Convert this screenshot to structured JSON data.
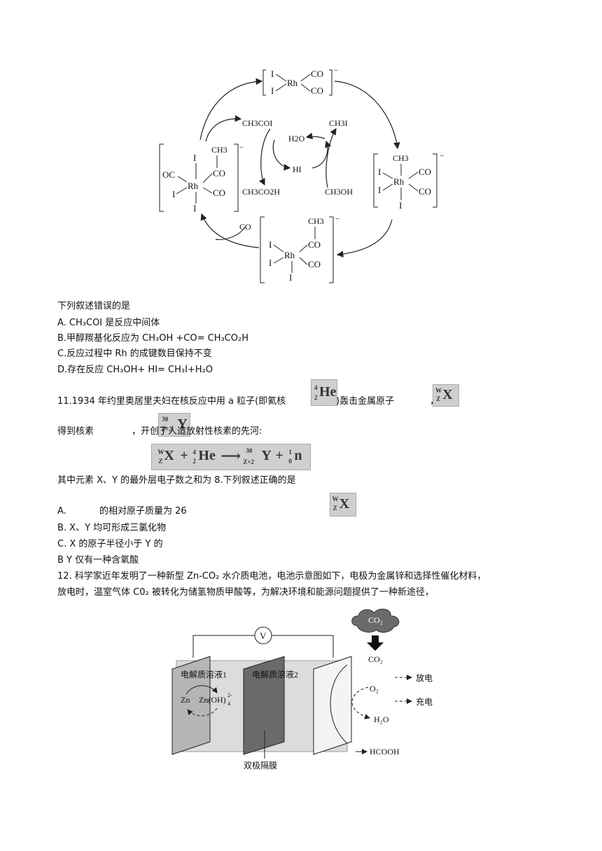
{
  "cycle_diagram": {
    "top_complex": {
      "left": "I",
      "center": "Rh",
      "right_top": "CO",
      "right_bottom": "CO",
      "charge": "−"
    },
    "left_complex": {
      "top_ligand": "CH3",
      "co_1": "CO",
      "co_2": "CO",
      "oc": "OC",
      "i_top": "I",
      "i_left": "I",
      "i_bottom": "I",
      "center": "Rh",
      "charge": "−"
    },
    "right_complex": {
      "ch3": "CH3",
      "i_1": "I",
      "i_2": "I",
      "i_bottom": "I",
      "co_1": "CO",
      "co_2": "CO",
      "center": "Rh",
      "charge": "−"
    },
    "bottom_complex": {
      "ch3": "CH3",
      "co_1": "CO",
      "co_2": "CO",
      "i_1": "I",
      "i_2": "I",
      "i_bottom": "I",
      "center": "Rh",
      "charge": "−"
    },
    "species": {
      "ch3coi": "CH3COI",
      "h2o": "H2O",
      "ch3i": "CH3I",
      "hi": "HI",
      "ch3co2h": "CH3CO2H",
      "ch3oh": "CH3OH",
      "co_in": "CO"
    }
  },
  "q10": {
    "stem": "下列叙述错误的是",
    "options": [
      "A. CH₃COI  是反应中间体",
      "B.甲醇羰基化反应为 CH₃OH +CO= CH₃CO₂H",
      "C.反应过程中 Rh 的成键数目保持不变",
      "D.存在反应 CH₃OH+ HI= CH₃I+H₂O"
    ]
  },
  "q11": {
    "line1_a": "11.1934 年约里奥居里夫妇在核反应中用 a 粒子(即氦核",
    "line1_b": ")轰击金属原子",
    "line1_c": "，",
    "line2_a": "得到核素",
    "line2_b": "，开创了人造放射性核素的先河:",
    "he": {
      "mass": "4",
      "z": "2",
      "sym": "He"
    },
    "x": {
      "mass": "W",
      "z": "Z",
      "sym": "X"
    },
    "y": {
      "mass": "30",
      "z": "Z+2",
      "sym": "Y"
    },
    "equation": {
      "x_sym": "X",
      "he_sym": "He",
      "y_sym": "Y",
      "n_sym": "n",
      "n_mass": "1",
      "n_z": "0",
      "plus": "+",
      "arrow": "⟶"
    },
    "stem2": "其中元素 X、Y 的最外层电子数之和为 8.下列叙述正确的是",
    "option_a_prefix": "A.",
    "option_a_suffix": "的相对原子质量为 26",
    "options": [
      "B. X、Y 均可形成三氯化物",
      "C. X 的原子半径小于 Y 的",
      "B Y 仅有一种含氧酸"
    ]
  },
  "q12": {
    "line1": "12. 科学家近年发明了一种新型 Zn-CO₂ 水介质电池，电池示意图如下，电极为金属锌和选择性催化材料，",
    "line2": "放电时，温室气体 C0₂ 被转化为储氢物质甲酸等，为解决环境和能源问题提供了一种新途径，"
  },
  "battery_diagram": {
    "cloud": "CO₂",
    "co2": "CO₂",
    "voltmeter": "V",
    "electrolyte1": "电解质溶液1",
    "electrolyte2": "电解质溶液2",
    "zn": "Zn",
    "zn_oh": "Zn(OH)",
    "zn_oh_sup": "2-",
    "zn_oh_sub": "4",
    "o2": "O₂",
    "h2o": "H₂O",
    "hcooh": "HCOOH",
    "discharge": "放电",
    "charge": "充电",
    "membrane": "双极隔膜"
  }
}
